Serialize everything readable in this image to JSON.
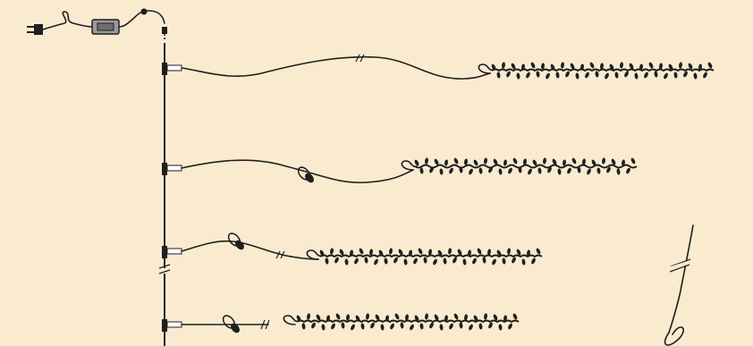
{
  "diagram": {
    "background": "#faebd0",
    "ink": "#1f1f1f",
    "components": [
      {
        "name": "power-plug",
        "icon": "plug-icon"
      },
      {
        "name": "power-adapter",
        "icon": "transformer-icon"
      },
      {
        "name": "lead-connector",
        "icon": "connector-icon"
      },
      {
        "name": "main-trunk-cable",
        "icon": "cable-icon"
      },
      {
        "name": "t-splitter",
        "icon": "t-connector-icon",
        "count": 4
      },
      {
        "name": "light-string",
        "icon": "cluster-lights-icon",
        "count": 4
      },
      {
        "name": "cable-cut-detail",
        "icon": "cable-break-icon"
      }
    ],
    "branches": [
      {
        "id": "branch-1",
        "has_coil": false,
        "has_break": true
      },
      {
        "id": "branch-2",
        "has_coil": true,
        "has_break": false
      },
      {
        "id": "branch-3",
        "has_coil": true,
        "has_break": true
      },
      {
        "id": "branch-4",
        "has_coil": true,
        "has_break": true
      }
    ]
  }
}
